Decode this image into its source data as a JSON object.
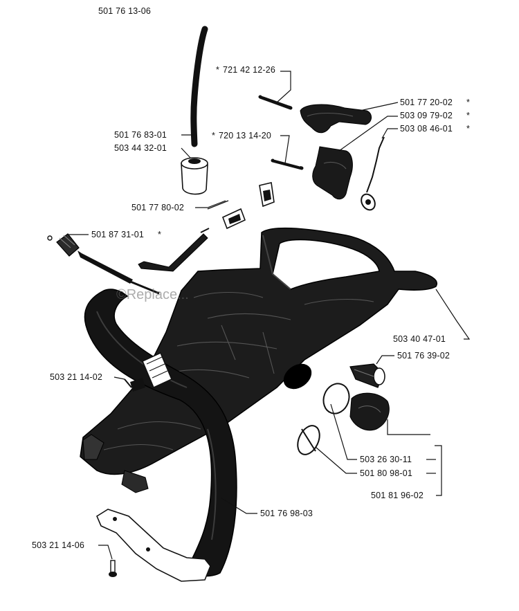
{
  "diagram": {
    "watermark": "©Replace...",
    "header_code": "501 76 13-06",
    "parts": [
      {
        "id": "p1",
        "number": "721 42 12-26",
        "prefix": "*",
        "suffix": ""
      },
      {
        "id": "p2",
        "number": "501 77 20-02",
        "prefix": "",
        "suffix": "*"
      },
      {
        "id": "p3",
        "number": "503 09 79-02",
        "prefix": "",
        "suffix": "*"
      },
      {
        "id": "p4",
        "number": "503 08 46-01",
        "prefix": "",
        "suffix": "*"
      },
      {
        "id": "p5",
        "number": "501 76 83-01",
        "prefix": "",
        "suffix": ""
      },
      {
        "id": "p6",
        "number": "503 44 32-01",
        "prefix": "",
        "suffix": ""
      },
      {
        "id": "p7",
        "number": "720 13 14-20",
        "prefix": "*",
        "suffix": ""
      },
      {
        "id": "p8",
        "number": "501 77 80-02",
        "prefix": "",
        "suffix": ""
      },
      {
        "id": "p9",
        "number": "501 87 31-01",
        "prefix": "",
        "suffix": "*"
      },
      {
        "id": "p10",
        "number": "503 40 47-01",
        "prefix": "",
        "suffix": ""
      },
      {
        "id": "p11",
        "number": "501 76 39-02",
        "prefix": "",
        "suffix": ""
      },
      {
        "id": "p12",
        "number": "503 21 14-02",
        "prefix": "",
        "suffix": ""
      },
      {
        "id": "p13",
        "number": "503 26 30-11",
        "prefix": "",
        "suffix": ""
      },
      {
        "id": "p14",
        "number": "501 80 98-01",
        "prefix": "",
        "suffix": ""
      },
      {
        "id": "p15",
        "number": "501 81 96-02",
        "prefix": "",
        "suffix": ""
      },
      {
        "id": "p16",
        "number": "501 76 98-03",
        "prefix": "",
        "suffix": ""
      },
      {
        "id": "p17",
        "number": "503 21 14-06",
        "prefix": "",
        "suffix": ""
      }
    ]
  }
}
